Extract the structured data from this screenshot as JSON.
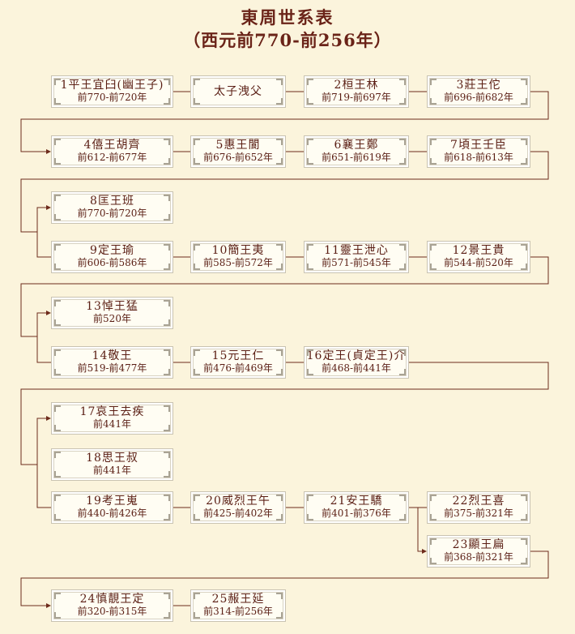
{
  "title": "東周世系表",
  "subtitle": "（西元前770-前256年）",
  "colors": {
    "background": "#fbf4dc",
    "text": "#5a1e14",
    "line": "#6e2b1c",
    "box": "#fffdf3"
  },
  "nodes": [
    {
      "id": "n1",
      "name": "1平王宜臼(幽王子)",
      "years": "前770-前720年"
    },
    {
      "id": "n1b",
      "name": "太子洩父",
      "years": ""
    },
    {
      "id": "n2",
      "name": "2桓王林",
      "years": "前719-前697年"
    },
    {
      "id": "n3",
      "name": "3莊王佗",
      "years": "前696-前682年"
    },
    {
      "id": "n4",
      "name": "4僖王胡齊",
      "years": "前612-前677年"
    },
    {
      "id": "n5",
      "name": "5惠王閬",
      "years": "前676-前652年"
    },
    {
      "id": "n6",
      "name": "6襄王鄭",
      "years": "前651-前619年"
    },
    {
      "id": "n7",
      "name": "7頃王壬臣",
      "years": "前618-前613年"
    },
    {
      "id": "n8",
      "name": "8匡王班",
      "years": "前770-前720年"
    },
    {
      "id": "n9",
      "name": "9定王瑜",
      "years": "前606-前586年"
    },
    {
      "id": "n10",
      "name": "10簡王夷",
      "years": "前585-前572年"
    },
    {
      "id": "n11",
      "name": "11靈王泄心",
      "years": "前571-前545年"
    },
    {
      "id": "n12",
      "name": "12景王貴",
      "years": "前544-前520年"
    },
    {
      "id": "n13",
      "name": "13悼王猛",
      "years": "前520年"
    },
    {
      "id": "n14",
      "name": "14敬王",
      "years": "前519-前477年"
    },
    {
      "id": "n15",
      "name": "15元王仁",
      "years": "前476-前469年"
    },
    {
      "id": "n16",
      "name": "16定王(貞定王)介",
      "years": "前468-前441年"
    },
    {
      "id": "n17",
      "name": "17哀王去疾",
      "years": "前441年"
    },
    {
      "id": "n18",
      "name": "18思王叔",
      "years": "前441年"
    },
    {
      "id": "n19",
      "name": "19考王嵬",
      "years": "前440-前426年"
    },
    {
      "id": "n20",
      "name": "20威烈王午",
      "years": "前425-前402年"
    },
    {
      "id": "n21",
      "name": "21安王驕",
      "years": "前401-前376年"
    },
    {
      "id": "n22",
      "name": "22烈王喜",
      "years": "前375-前321年"
    },
    {
      "id": "n23",
      "name": "23顯王扁",
      "years": "前368-前321年"
    },
    {
      "id": "n24",
      "name": "24慎靚王定",
      "years": "前320-前315年"
    },
    {
      "id": "n25",
      "name": "25赧王延",
      "years": "前314-前256年"
    }
  ]
}
